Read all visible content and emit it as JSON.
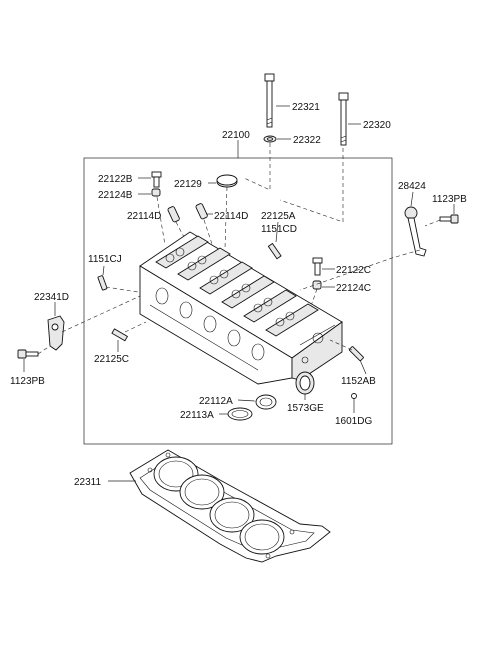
{
  "diagram": {
    "part_labels": {
      "p22321": "22321",
      "p22322": "22322",
      "p22320": "22320",
      "p22100": "22100",
      "p22122B": "22122B",
      "p22124B": "22124B",
      "p22129": "22129",
      "p28424": "28424",
      "p1123PB_top": "1123PB",
      "p22114D_a": "22114D",
      "p22114D_b": "22114D",
      "p22125A": "22125A",
      "p1151CD": "1151CD",
      "p1151CJ": "1151CJ",
      "p22122C": "22122C",
      "p22124C": "22124C",
      "p22341D": "22341D",
      "p22125C": "22125C",
      "p1123PB_bottom": "1123PB",
      "p1152AB": "1152AB",
      "p22112A": "22112A",
      "p1573GE": "1573GE",
      "p22113A": "22113A",
      "p1601DG": "1601DG",
      "p22311": "22311"
    }
  }
}
